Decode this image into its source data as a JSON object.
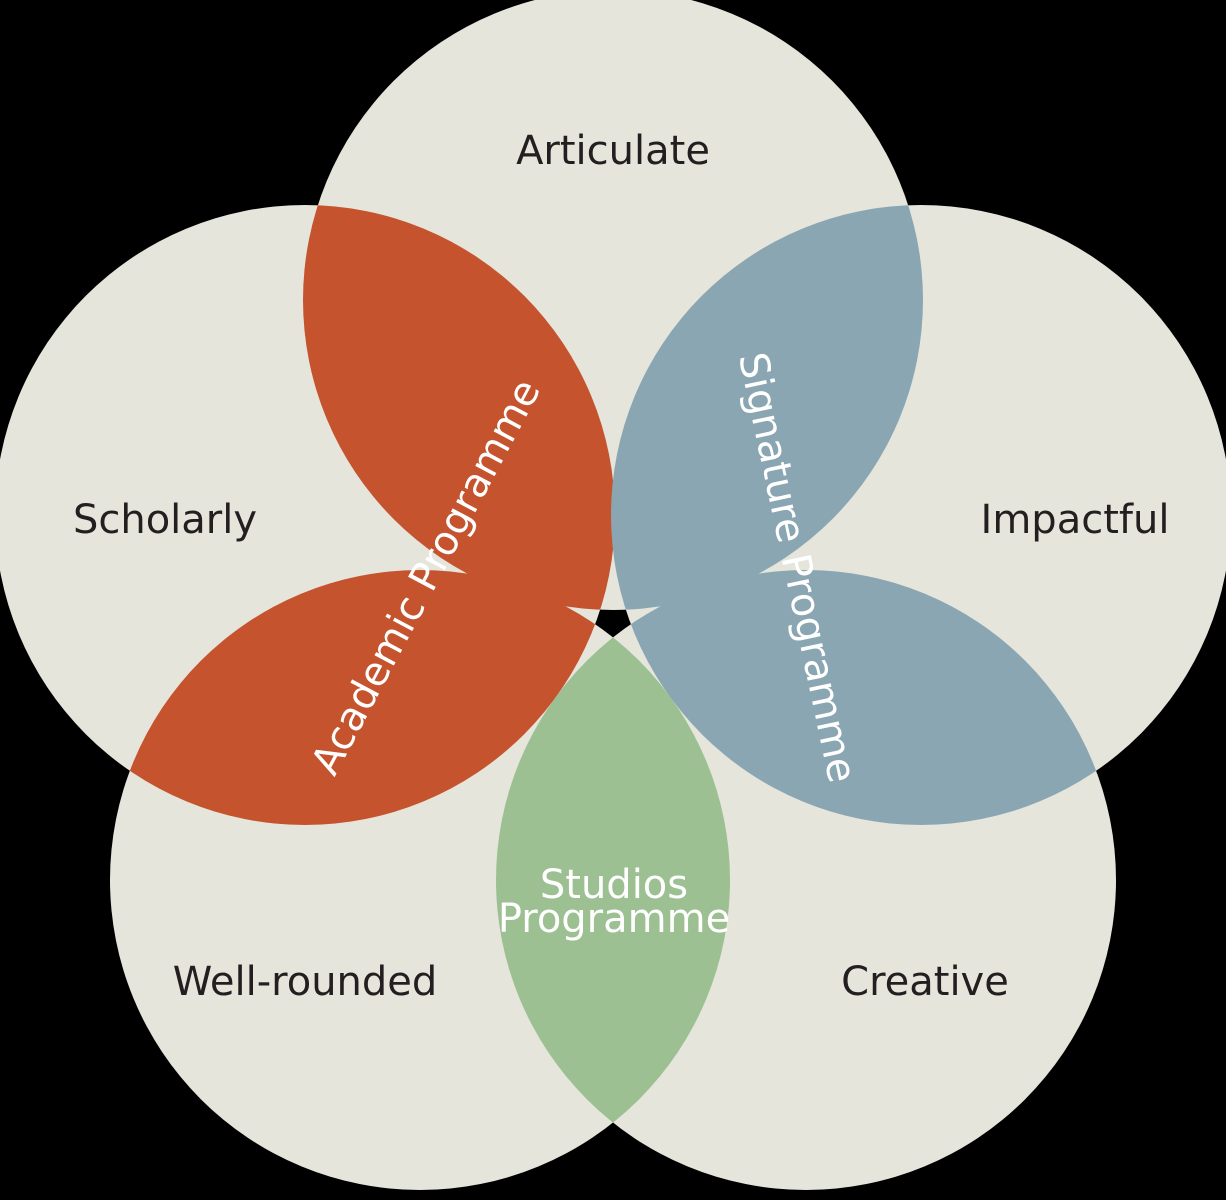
{
  "circles": [
    {
      "id": "articulate",
      "label": "Articulate"
    },
    {
      "id": "scholarly",
      "label": "Scholarly"
    },
    {
      "id": "impactful",
      "label": "Impactful"
    },
    {
      "id": "well-rounded",
      "label": "Well-rounded"
    },
    {
      "id": "creative",
      "label": "Creative"
    }
  ],
  "programmes": {
    "academic": {
      "label": "Academic Programme"
    },
    "signature": {
      "label": "Signature Programme"
    },
    "studios": {
      "line1": "Studios",
      "line2": "Programme"
    }
  },
  "colors": {
    "background": "#000000",
    "circle_fill": "#e5e5dc",
    "circle_text": "#231f20",
    "academic": "#c5532d",
    "signature": "#8aa6b2",
    "studios": "#9cc092",
    "programme_text": "#ffffff"
  }
}
